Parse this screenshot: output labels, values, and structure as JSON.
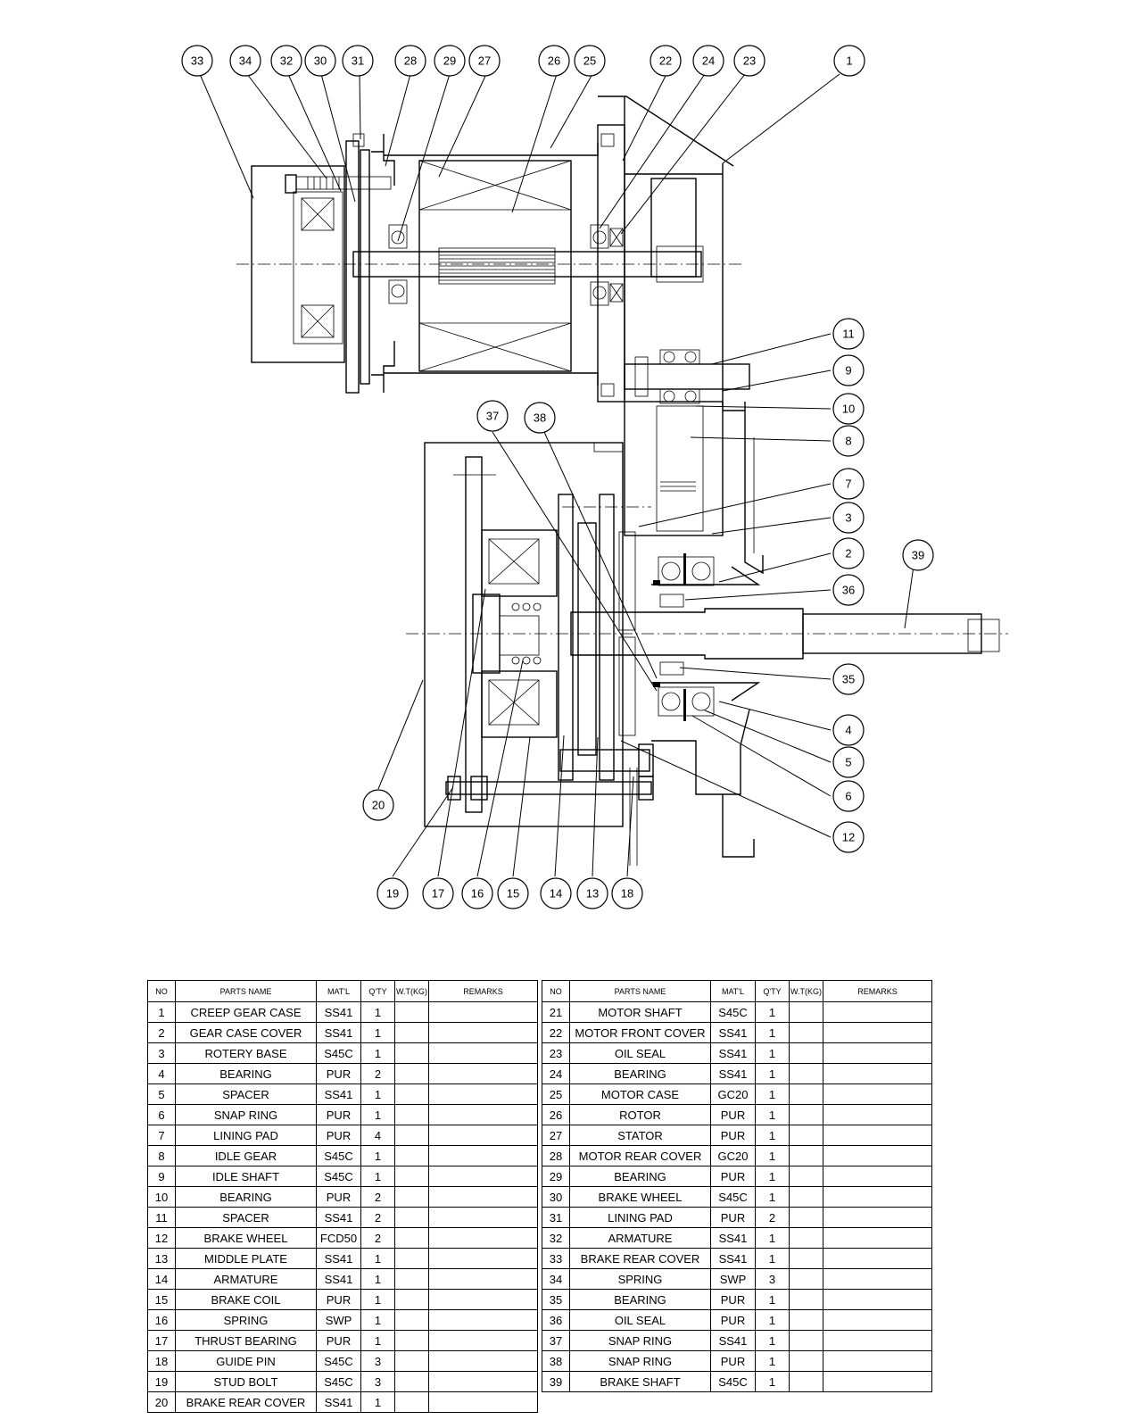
{
  "callouts": [
    "1",
    "2",
    "3",
    "4",
    "5",
    "6",
    "7",
    "8",
    "9",
    "10",
    "11",
    "12",
    "13",
    "14",
    "15",
    "16",
    "17",
    "18",
    "19",
    "20",
    "22",
    "23",
    "24",
    "25",
    "26",
    "27",
    "28",
    "29",
    "30",
    "31",
    "32",
    "33",
    "34",
    "35",
    "36",
    "37",
    "38",
    "39"
  ],
  "table": {
    "headers": [
      "NO",
      "PARTS NAME",
      "MAT'L",
      "Q'TY",
      "W.T(KG)",
      "REMARKS"
    ],
    "left_rows": [
      {
        "no": "1",
        "name": "CREEP GEAR CASE",
        "mat": "SS41",
        "qty": "1"
      },
      {
        "no": "2",
        "name": "GEAR CASE COVER",
        "mat": "SS41",
        "qty": "1"
      },
      {
        "no": "3",
        "name": "ROTERY BASE",
        "mat": "S45C",
        "qty": "1"
      },
      {
        "no": "4",
        "name": "BEARING",
        "mat": "PUR",
        "qty": "2"
      },
      {
        "no": "5",
        "name": "SPACER",
        "mat": "SS41",
        "qty": "1"
      },
      {
        "no": "6",
        "name": "SNAP RING",
        "mat": "PUR",
        "qty": "1"
      },
      {
        "no": "7",
        "name": "LINING PAD",
        "mat": "PUR",
        "qty": "4"
      },
      {
        "no": "8",
        "name": "IDLE GEAR",
        "mat": "S45C",
        "qty": "1"
      },
      {
        "no": "9",
        "name": "IDLE SHAFT",
        "mat": "S45C",
        "qty": "1"
      },
      {
        "no": "10",
        "name": "BEARING",
        "mat": "PUR",
        "qty": "2"
      },
      {
        "no": "11",
        "name": "SPACER",
        "mat": "SS41",
        "qty": "2"
      },
      {
        "no": "12",
        "name": "BRAKE WHEEL",
        "mat": "FCD50",
        "qty": "2"
      },
      {
        "no": "13",
        "name": "MIDDLE PLATE",
        "mat": "SS41",
        "qty": "1"
      },
      {
        "no": "14",
        "name": "ARMATURE",
        "mat": "SS41",
        "qty": "1"
      },
      {
        "no": "15",
        "name": "BRAKE COIL",
        "mat": "PUR",
        "qty": "1"
      },
      {
        "no": "16",
        "name": "SPRING",
        "mat": "SWP",
        "qty": "1"
      },
      {
        "no": "17",
        "name": "THRUST BEARING",
        "mat": "PUR",
        "qty": "1"
      },
      {
        "no": "18",
        "name": "GUIDE PIN",
        "mat": "S45C",
        "qty": "3"
      },
      {
        "no": "19",
        "name": "STUD BOLT",
        "mat": "S45C",
        "qty": "3"
      },
      {
        "no": "20",
        "name": "BRAKE REAR COVER",
        "mat": "SS41",
        "qty": "1"
      }
    ],
    "right_rows": [
      {
        "no": "21",
        "name": "MOTOR SHAFT",
        "mat": "S45C",
        "qty": "1"
      },
      {
        "no": "22",
        "name": "MOTOR FRONT COVER",
        "mat": "SS41",
        "qty": "1"
      },
      {
        "no": "23",
        "name": "OIL SEAL",
        "mat": "SS41",
        "qty": "1"
      },
      {
        "no": "24",
        "name": "BEARING",
        "mat": "SS41",
        "qty": "1"
      },
      {
        "no": "25",
        "name": "MOTOR CASE",
        "mat": "GC20",
        "qty": "1"
      },
      {
        "no": "26",
        "name": "ROTOR",
        "mat": "PUR",
        "qty": "1"
      },
      {
        "no": "27",
        "name": "STATOR",
        "mat": "PUR",
        "qty": "1"
      },
      {
        "no": "28",
        "name": "MOTOR REAR COVER",
        "mat": "GC20",
        "qty": "1"
      },
      {
        "no": "29",
        "name": "BEARING",
        "mat": "PUR",
        "qty": "1"
      },
      {
        "no": "30",
        "name": "BRAKE WHEEL",
        "mat": "S45C",
        "qty": "1"
      },
      {
        "no": "31",
        "name": "LINING PAD",
        "mat": "PUR",
        "qty": "2"
      },
      {
        "no": "32",
        "name": "ARMATURE",
        "mat": "SS41",
        "qty": "1"
      },
      {
        "no": "33",
        "name": "BRAKE REAR COVER",
        "mat": "SS41",
        "qty": "1"
      },
      {
        "no": "34",
        "name": "SPRING",
        "mat": "SWP",
        "qty": "3"
      },
      {
        "no": "35",
        "name": "BEARING",
        "mat": "PUR",
        "qty": "1"
      },
      {
        "no": "36",
        "name": "OIL SEAL",
        "mat": "PUR",
        "qty": "1"
      },
      {
        "no": "37",
        "name": "SNAP RING",
        "mat": "SS41",
        "qty": "1"
      },
      {
        "no": "38",
        "name": "SNAP RING",
        "mat": "PUR",
        "qty": "1"
      },
      {
        "no": "39",
        "name": "BRAKE SHAFT",
        "mat": "S45C",
        "qty": "1"
      }
    ]
  }
}
